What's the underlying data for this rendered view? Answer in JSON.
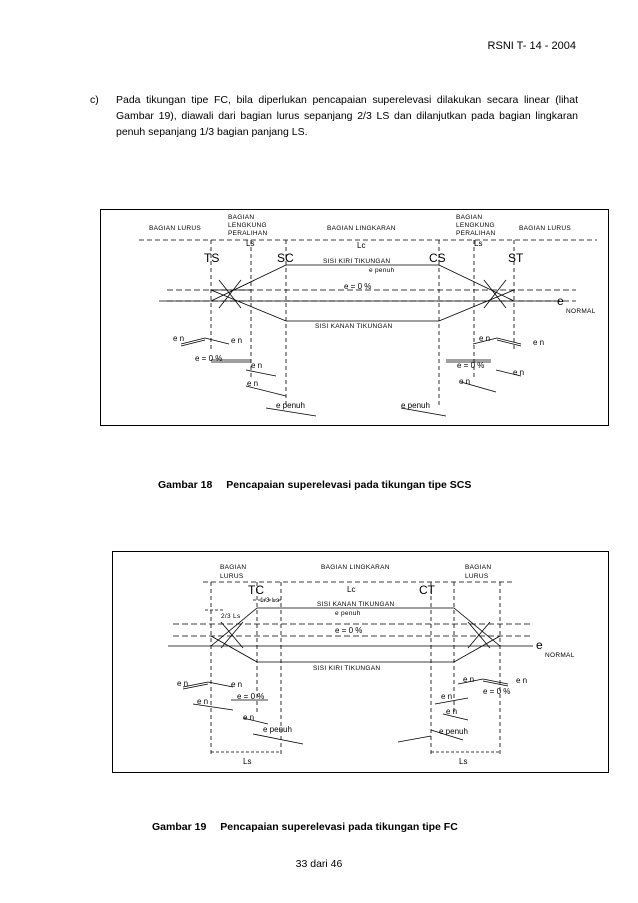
{
  "header": {
    "doc_code": "RSNI T- 14 - 2004"
  },
  "paragraph": {
    "label": "c)",
    "text": "Pada tikungan tipe FC, bila diperlukan pencapaian superelevasi dilakukan secara linear (lihat Gambar 19), diawali dari bagian lurus sepanjang 2/3 LS dan dilanjutkan pada bagian lingkaran penuh sepanjang 1/3 bagian panjang LS."
  },
  "fig18": {
    "labels": {
      "bagian_lurus_left": "BAGIAN LURUS",
      "bagian_lengkung_left_1": "BAGIAN",
      "bagian_lengkung_left_2": "LENGKUNG",
      "bagian_lengkung_left_3": "PERALIHAN",
      "ls_left": "Ls",
      "bagian_lingkaran": "BAGIAN LINGKARAN",
      "lc": "Lc",
      "bagian_lengkung_right_1": "BAGIAN",
      "bagian_lengkung_right_2": "LENGKUNG",
      "bagian_lengkung_right_3": "PERALIHAN",
      "ls_right": "Ls",
      "bagian_lurus_right": "BAGIAN LURUS",
      "ts": "TS",
      "sc": "SC",
      "cs": "CS",
      "st": "ST",
      "sisi_kiri": "SISI KIRI TIKUNGAN",
      "e_penuh_top": "e penuh",
      "e_zero": "e = 0 %",
      "e_normal": "e",
      "normal_sub": "NORMAL",
      "sisi_kanan": "SISI KANAN TIKUNGAN",
      "en_1": "e n",
      "en_2": "e n",
      "e_zero_left": "e = 0 %",
      "en_3": "e n",
      "en_4": "e n",
      "e_penuh_left": "e penuh",
      "en_5": "e n",
      "en_6": "e n",
      "e_zero_right": "e = 0 %",
      "en_7": "e n",
      "en_8": "e n",
      "e_penuh_right": "e penuh"
    },
    "caption_num": "Gambar 18",
    "caption_text": "Pencapaian superelevasi pada tikungan tipe SCS"
  },
  "fig19": {
    "labels": {
      "bagian_lurus_left_1": "BAGIAN",
      "bagian_lurus_left_2": "LURUS",
      "bagian_lingkaran": "BAGIAN LINGKARAN",
      "bagian_lurus_right_1": "BAGIAN",
      "bagian_lurus_right_2": "LURUS",
      "tc": "TC",
      "ct": "CT",
      "lc": "Lc",
      "one_third_ls": "1/3 Ls",
      "two_third_ls": "2/3 Ls",
      "sisi_kanan": "SISI KANAN TIKUNGAN",
      "e_penuh_top": "e penuh",
      "e_zero": "e = 0 %",
      "e_normal": "e",
      "normal_sub": "NORMAL",
      "sisi_kiri": "SISI KIRI TIKUNGAN",
      "en_1": "e n",
      "en_2": "e n",
      "en_3": "e n",
      "e_zero_left": "e = 0 %",
      "en_4": "e n",
      "e_penuh_left": "e penuh",
      "en_5": "e n",
      "en_6": "e n",
      "e_zero_right": "e = 0 %",
      "en_7": "e n",
      "en_8": "e n",
      "e_penuh_right": "e penuh",
      "ls_left": "Ls",
      "ls_right": "Ls"
    },
    "caption_num": "Gambar 19",
    "caption_text": "Pencapaian superelevasi pada tikungan tipe FC"
  },
  "footer": {
    "page": "33 dari 46"
  }
}
